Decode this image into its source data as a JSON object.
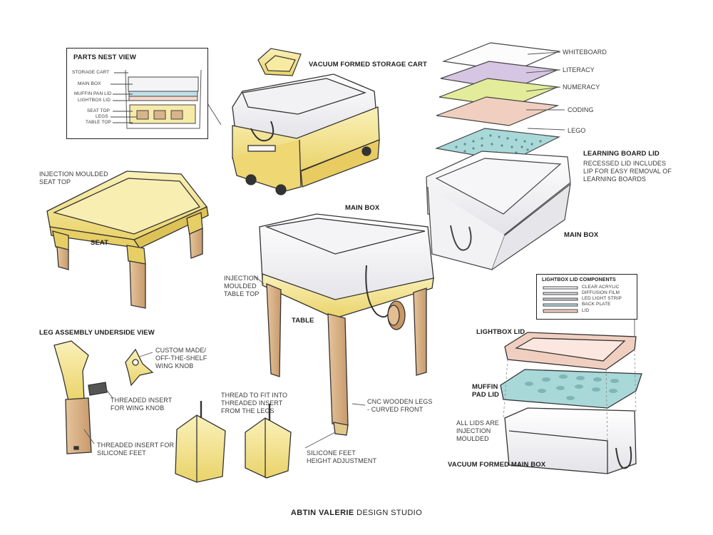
{
  "parts_nest_view": {
    "title": "PARTS NEST VIEW",
    "items": [
      "STORAGE CART",
      "MAIN BOX",
      "MUFFIN PAN LID",
      "LIGHTBOX LID",
      "SEAT TOP",
      "LEGS",
      "TABLE TOP"
    ]
  },
  "cart": {
    "label": "VACUUM FORMED STORAGE CART"
  },
  "learning_boards": {
    "items": [
      "WHITEBOARD",
      "LITERACY",
      "NUMERACY",
      "CODING",
      "LEGO"
    ],
    "lid_title": "LEARNING BOARD  LID",
    "lid_note": "RECESSED LID  INCLUDES\nLIP FOR EASY REMOVAL OF\nLEARNING BOARDS",
    "main_box": "MAIN BOX"
  },
  "seat": {
    "callout": "INJECTION MOULDED\nSEAT TOP",
    "name": "SEAT"
  },
  "table": {
    "main_box": "MAIN BOX",
    "top_callout": "INJECTION\nMOULDED\nTABLE TOP",
    "name": "TABLE",
    "legs_callout": "CNC WOODEN LEGS\n- CURVED FRONT",
    "feet_callout": "SILICONE FEET\nHEIGHT ADJUSTMENT",
    "thread_callout": "THREAD TO FIT INTO\nTHREADED INSERT\nFROM THE LEGS"
  },
  "leg_assembly": {
    "title": "LEG ASSEMBLY UNDERSIDE VIEW",
    "knob": "CUSTOM MADE/\nOFF-THE-SHELF\nWING KNOB",
    "insert_knob": "THREADED INSERT\nFOR WING KNOB",
    "insert_feet": "THREADED INSERT FOR\nSILICONE FEET"
  },
  "lightbox": {
    "components_title": "LIGHTBOX LID COMPONENTS",
    "components": [
      "CLEAR ACRYLIC",
      "DIFFUSION FILM",
      "LED LIGHT STRIP",
      "BACK PLATE",
      "LID"
    ],
    "lid": "LIGHTBOX LID",
    "muffin": "MUFFIN\nPAD LID",
    "note": "ALL LIDS ARE\nINJECTION\nMOULDED",
    "main_box": "VACUUM FORMED MAIN BOX"
  },
  "footer": {
    "studio_bold": "ABTIN VALERIE",
    "studio_rest": " DESIGN STUDIO"
  },
  "colors": {
    "yellow": "#F3E38E",
    "yellow_dark": "#D9C25B",
    "wood": "#D8B48A",
    "wood_dark": "#B78A5E",
    "blue": "#A9D8D9",
    "pink": "#F1CFC0",
    "purple": "#D7C6E3",
    "lime": "#E3EC9A",
    "grey": "#EEEEF0"
  }
}
